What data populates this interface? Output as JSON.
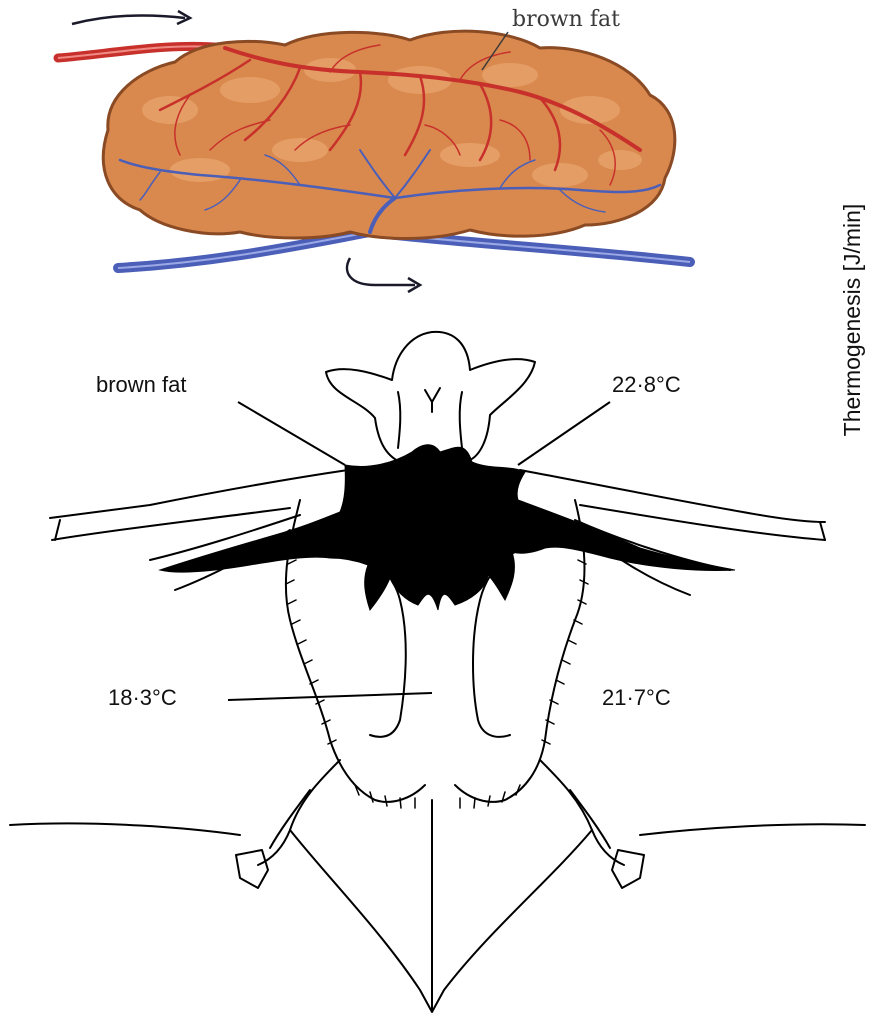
{
  "top_illustration": {
    "label": "brown fat",
    "colors": {
      "fat_fill": "#d9894e",
      "fat_outline": "#8a4a24",
      "artery": "#c8312b",
      "vein": "#4b5fb8"
    }
  },
  "axis_label": "Thermogenesis [J/min]",
  "bat_diagram": {
    "label_brown_fat": "brown fat",
    "temp_shoulder": "22·8°C",
    "temp_center": "18·3°C",
    "temp_side": "21·7°C",
    "colors": {
      "ink": "#000000",
      "fat_patch": "#000000"
    }
  }
}
